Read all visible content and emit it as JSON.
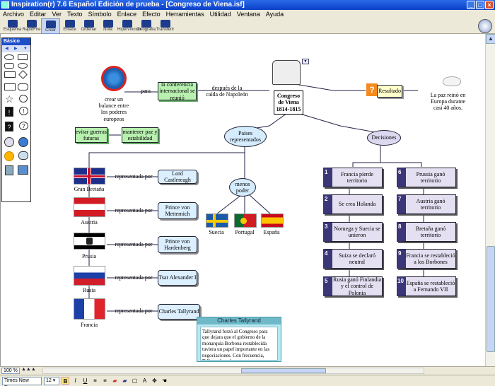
{
  "window": {
    "title": "Inspiration(r) 7.6 Español Edición de prueba - [Congreso de Viena.isf]"
  },
  "menu": [
    "Archivo",
    "Editar",
    "Ver",
    "Texto",
    "Símbolo",
    "Enlace",
    "Efecto",
    "Herramientas",
    "Utilidad",
    "Ventana",
    "Ayuda"
  ],
  "toolbar": [
    "Esquema",
    "RapidFire",
    "Crear",
    "Enlace",
    "Ordenar",
    "Nota",
    "Hipervínculo",
    "Ortografía",
    "Transferir"
  ],
  "palette": {
    "title": "Básico"
  },
  "map": {
    "center": "Congreso de Viena 1814-1815",
    "globe_text": "crear un balance entre los poderes europeos",
    "para": "para",
    "conferencia": "la conferencia internacional se reunió",
    "despues": "después de la caída de Napoleón",
    "resultado": "Resultado",
    "paz": "La paz reinó en Europa durante casi 40 años.",
    "evitar": "evitar guerras futuras",
    "mantener": "mantener paz y estabilidad",
    "paises": "Países representados",
    "decisiones": "Decisiones",
    "menos_poder": "menos poder",
    "representada": "representada por",
    "countries": [
      {
        "name": "Gran Bretaña",
        "rep": "Lord Castlereagh"
      },
      {
        "name": "Austria",
        "rep": "Prince von Metternich"
      },
      {
        "name": "Prusia",
        "rep": "Prince von Hardenberg"
      },
      {
        "name": "Rusia",
        "rep": "Tsar Alexander I"
      },
      {
        "name": "Francia",
        "rep": "Charles Tallyrand"
      }
    ],
    "minor": [
      "Suecia",
      "Portugal",
      "España"
    ],
    "decisions_left": [
      {
        "num": "1",
        "text": "Francia pierde territorio"
      },
      {
        "num": "2",
        "text": "Se crea Holanda"
      },
      {
        "num": "3",
        "text": "Noruega y Suecia se unieron"
      },
      {
        "num": "4",
        "text": "Suiza se declaró neutral"
      },
      {
        "num": "5",
        "text": "Rusia ganó Finlandia y el control de Polonia"
      }
    ],
    "decisions_right": [
      {
        "num": "6",
        "text": "Prussia ganó territorio"
      },
      {
        "num": "7",
        "text": "Austria ganó territorio"
      },
      {
        "num": "8",
        "text": "Bretaña ganó territorio"
      },
      {
        "num": "9",
        "text": "Francia se restableció a los Borbones"
      },
      {
        "num": "10",
        "text": "España se restableció a Fernando VII"
      }
    ]
  },
  "note": {
    "title": "Charles Tallyrand",
    "body": "Tallyrand forzó al Congreso para que dejara que el gobierno de la monarquía Borbona restablecida tuviera un papel importante en las negociaciones. Con frecuencia, Tallyrand ponía en contra"
  },
  "status": {
    "zoom": "100 %"
  },
  "format": {
    "font": "Times New Roman",
    "size": "12"
  },
  "colors": {
    "titlebar": "#0a3fc7",
    "decision_tab": "#3a3678",
    "green_node": "#b8f0b0"
  }
}
